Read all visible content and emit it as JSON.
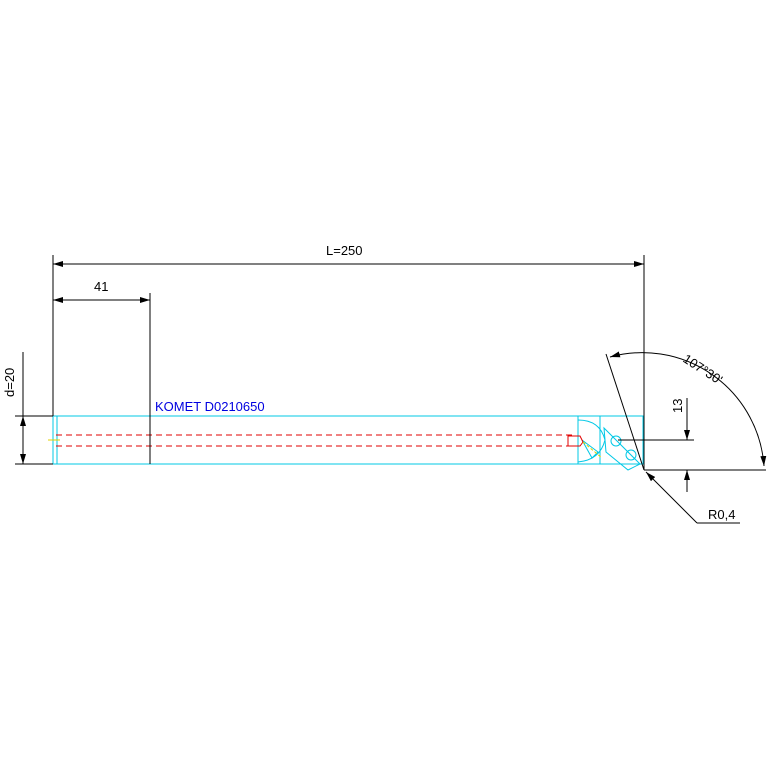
{
  "drawing": {
    "part_label": "KOMET D0210650",
    "dimensions": {
      "overall_length": "L=250",
      "partial_length": "41",
      "diameter": "d=20",
      "offset": "13",
      "angle": "107°30'",
      "nose_radius": "R0,4"
    }
  },
  "colors": {
    "background": "#ffffff",
    "dimension": "#000000",
    "outline": "#00c8e6",
    "centerline": "#e00000",
    "label": "#0000e0",
    "hidden": "#e0d000"
  }
}
